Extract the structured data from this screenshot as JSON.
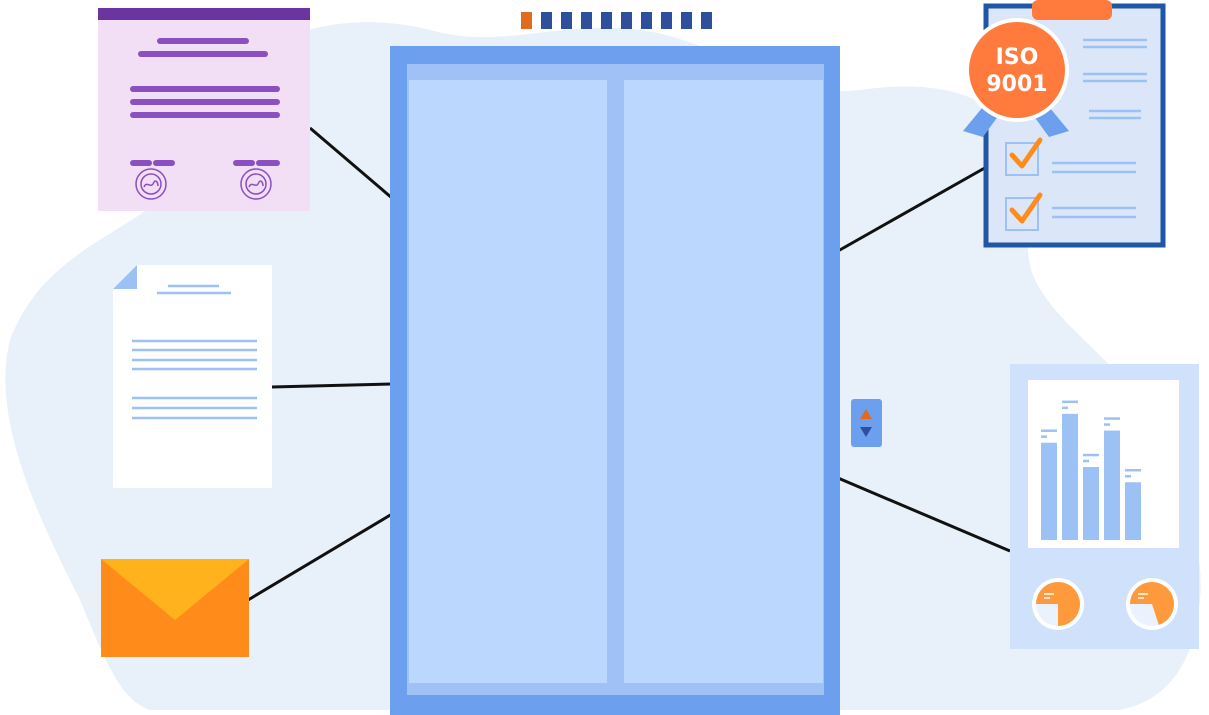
{
  "colors": {
    "background_blob": "#e8f0f9",
    "elevator_frame": "#6ca0ee",
    "elevator_door": "#bcd7fd",
    "elevator_trim": "#9fc1f5",
    "floor_active": "#e06a1e",
    "floor_inactive": "#2d4f9c",
    "certificate_bg": "#f2def5",
    "certificate_header": "#6a35a0",
    "certificate_lines": "#8a4fc0",
    "document_lines": "#9cc2f5",
    "envelope_body": "#ff8c1a",
    "envelope_flap": "#ffb21c",
    "clipboard_border": "#1f56a5",
    "clipboard_bg": "#dbe7f9",
    "clip": "#ff7a3d",
    "badge": "#ff7a3d",
    "ribbon": "#6ca0ee",
    "checkmark": "#ff8c1a",
    "report_bg": "#cfe1fb",
    "report_bars": "#9cc2f5",
    "pie_fill": "#ff9a3c",
    "connector": "#111111"
  },
  "floor_indicator": {
    "total_floors": 10,
    "active_floor_index": 0
  },
  "elevator_buttons": {
    "up_icon": "triangle-up-icon",
    "down_icon": "triangle-down-icon"
  },
  "iso_badge": {
    "line1": "ISO",
    "line2": "9001"
  },
  "clipboard": {
    "checked_items": 2
  },
  "report": {
    "bar_values": [
      0.64,
      0.83,
      0.48,
      0.72,
      0.38
    ],
    "pie_fractions": [
      0.75,
      0.7
    ]
  },
  "icons": {
    "certificate": "certificate-icon",
    "document": "document-icon",
    "envelope": "envelope-icon",
    "clipboard": "clipboard-icon",
    "report": "report-icon",
    "elevator": "elevator-icon"
  }
}
